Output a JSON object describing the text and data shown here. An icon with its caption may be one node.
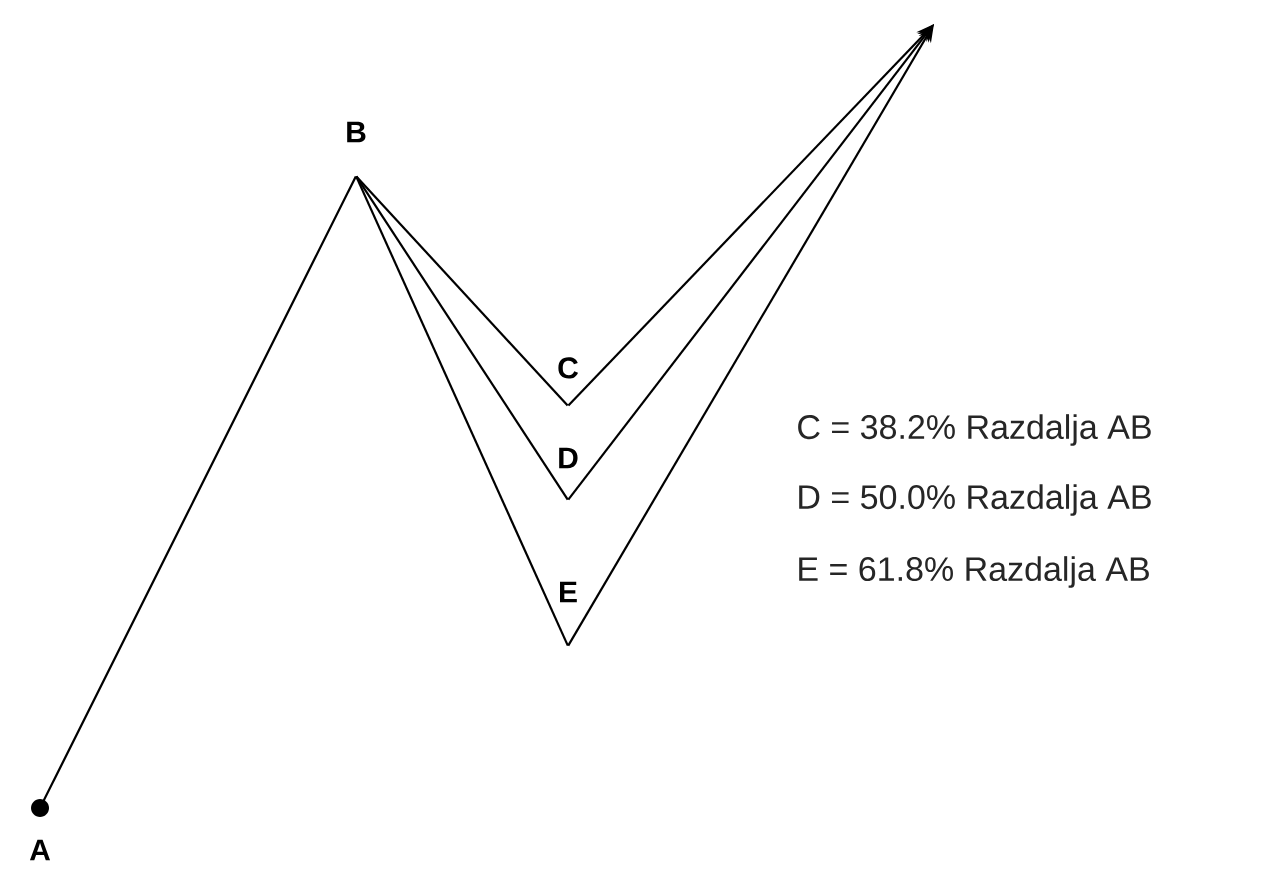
{
  "diagram": {
    "nodes": [
      {
        "text": [
          "A"
        ]
      },
      {
        "text": [
          "B"
        ]
      },
      {
        "text": [
          "C"
        ]
      },
      {
        "text": [
          "D"
        ]
      },
      {
        "text": [
          "E"
        ]
      }
    ],
    "edges": [
      {
        "from": 0,
        "to": 1,
        "arrow": "none"
      },
      {
        "from": 1,
        "to": 2,
        "arrow": "none"
      },
      {
        "from": 1,
        "to": 3,
        "arrow": "none"
      },
      {
        "from": 1,
        "to": 4,
        "arrow": "none"
      },
      {
        "from": 2,
        "to": null,
        "arrow": "to"
      },
      {
        "from": 3,
        "to": null,
        "arrow": "to"
      },
      {
        "from": 4,
        "to": null,
        "arrow": "to"
      }
    ],
    "labels": [
      "C = 38.2% Razdalja AB",
      "D = 50.0% Razdalja AB",
      "E = 61.8% Razdalja AB"
    ]
  }
}
